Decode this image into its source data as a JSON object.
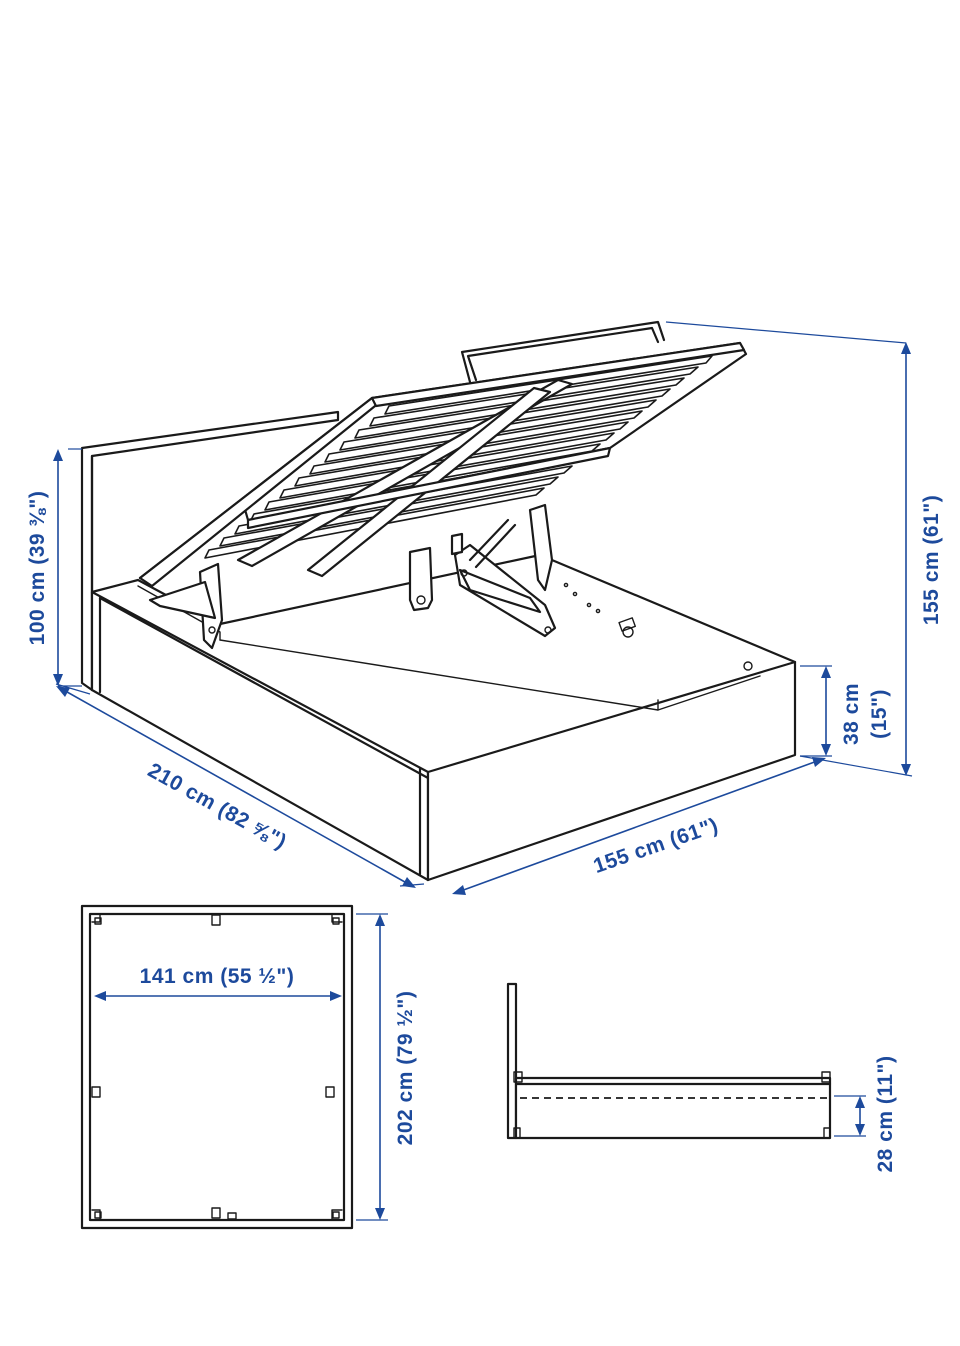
{
  "dimensions": {
    "headboard_height": "100 cm (39 ⅜\")",
    "total_width_iso": "155 cm (61\")",
    "side_height": "38 cm",
    "side_height_in": "(15\")",
    "length": "210 cm (82 ⅝\")",
    "front_width": "155 cm (61\")",
    "inner_width": "141 cm (55 ½\")",
    "inner_length": "202 cm (79 ½\")",
    "under_clearance": "28 cm (11\")"
  },
  "colors": {
    "dimension": "#1d4a9c",
    "line": "#1a1a1a"
  }
}
